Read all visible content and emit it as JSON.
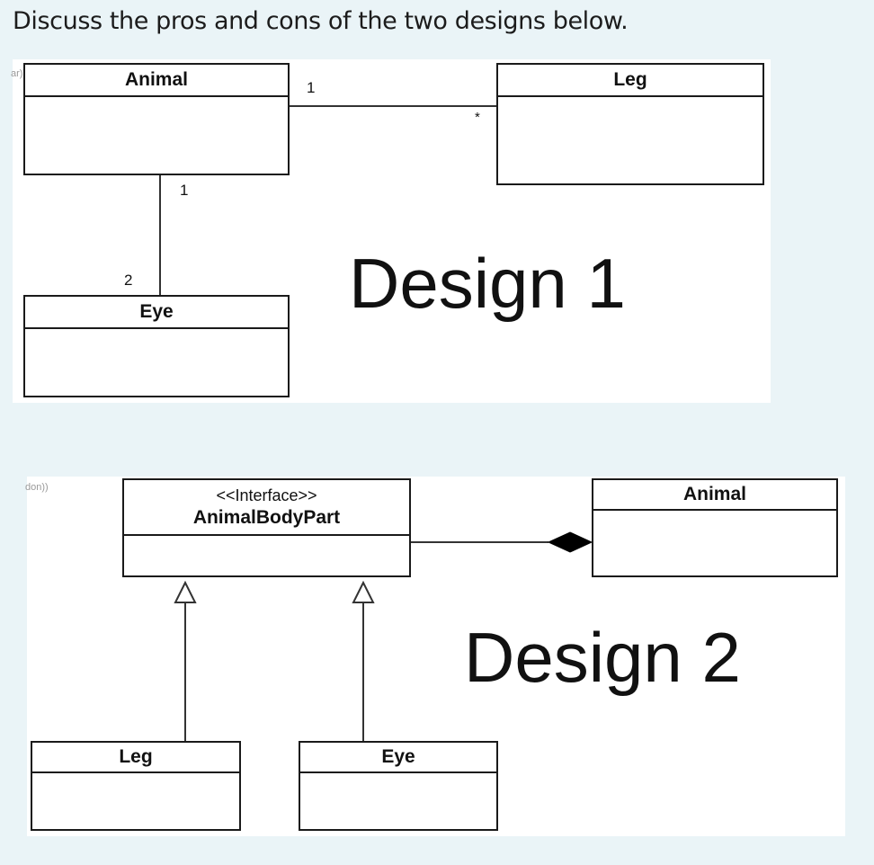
{
  "question": "Discuss the pros and cons of the two designs below.",
  "design1": {
    "caption": "Design 1",
    "corner_fragment": "ar))",
    "classes": {
      "animal": "Animal",
      "leg": "Leg",
      "eye": "Eye"
    },
    "multiplicities": {
      "animal_leg_source": "1",
      "animal_leg_target": "*",
      "animal_eye_source": "1",
      "animal_eye_target": "2"
    }
  },
  "design2": {
    "caption": "Design 2",
    "corner_fragment": "don))",
    "classes": {
      "interface_stereotype": "<<Interface>>",
      "interface_name": "AnimalBodyPart",
      "animal": "Animal",
      "leg": "Leg",
      "eye": "Eye"
    }
  }
}
